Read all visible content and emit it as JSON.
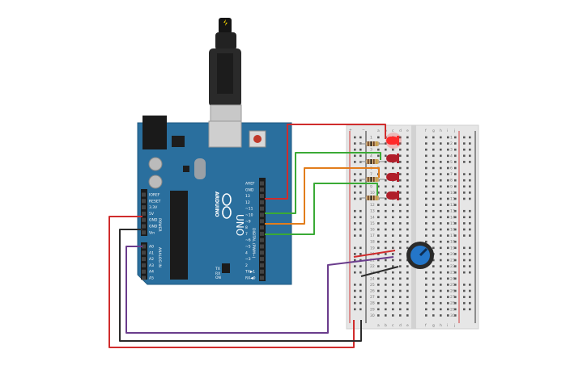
{
  "colors": {
    "board": "#2a6f9e",
    "board_dark": "#1f5a82",
    "breadboard": "#e6e6e6",
    "rail_red": "#d33a3a",
    "rail_blue": "#333333",
    "wire_red": "#d02c2c",
    "wire_green": "#3aaa35",
    "wire_orange": "#e27d1c",
    "wire_black": "#2b2b2b",
    "wire_purple": "#6a3c8c",
    "led_red": "#b01e2a",
    "led_lit": "#ff2a2a",
    "pot_blue": "#2476c9"
  },
  "arduino": {
    "logo": "ARDUINO",
    "model": "UNO",
    "on_label": "ON",
    "tx_label": "TX",
    "rx_label": "RX",
    "power_header": "POWER",
    "analog_header": "ANALOG IN",
    "digital_header": "DIGITAL (PWM~)",
    "digital_pins": [
      "AREF",
      "GND",
      "13",
      "12",
      "~11",
      "~10",
      "~9",
      "8",
      "7",
      "~6",
      "~5",
      "4",
      "~3",
      "2",
      "TX▶1",
      "RX◀0"
    ],
    "power_pins": [
      "IOREF",
      "RESET",
      "3.3V",
      "5V",
      "GND",
      "GND",
      "Vin"
    ],
    "analog_pins": [
      "A0",
      "A1",
      "A2",
      "A3",
      "A4",
      "A5"
    ]
  },
  "breadboard": {
    "left_cols": [
      "a",
      "b",
      "c",
      "d",
      "e"
    ],
    "right_cols": [
      "f",
      "g",
      "h",
      "i",
      "j"
    ],
    "rail_plus": "+",
    "rail_minus": "−",
    "row_count": 30
  },
  "components": {
    "leds": 4,
    "resistors": 4,
    "potentiometers": 1,
    "usb_cable": 1
  }
}
